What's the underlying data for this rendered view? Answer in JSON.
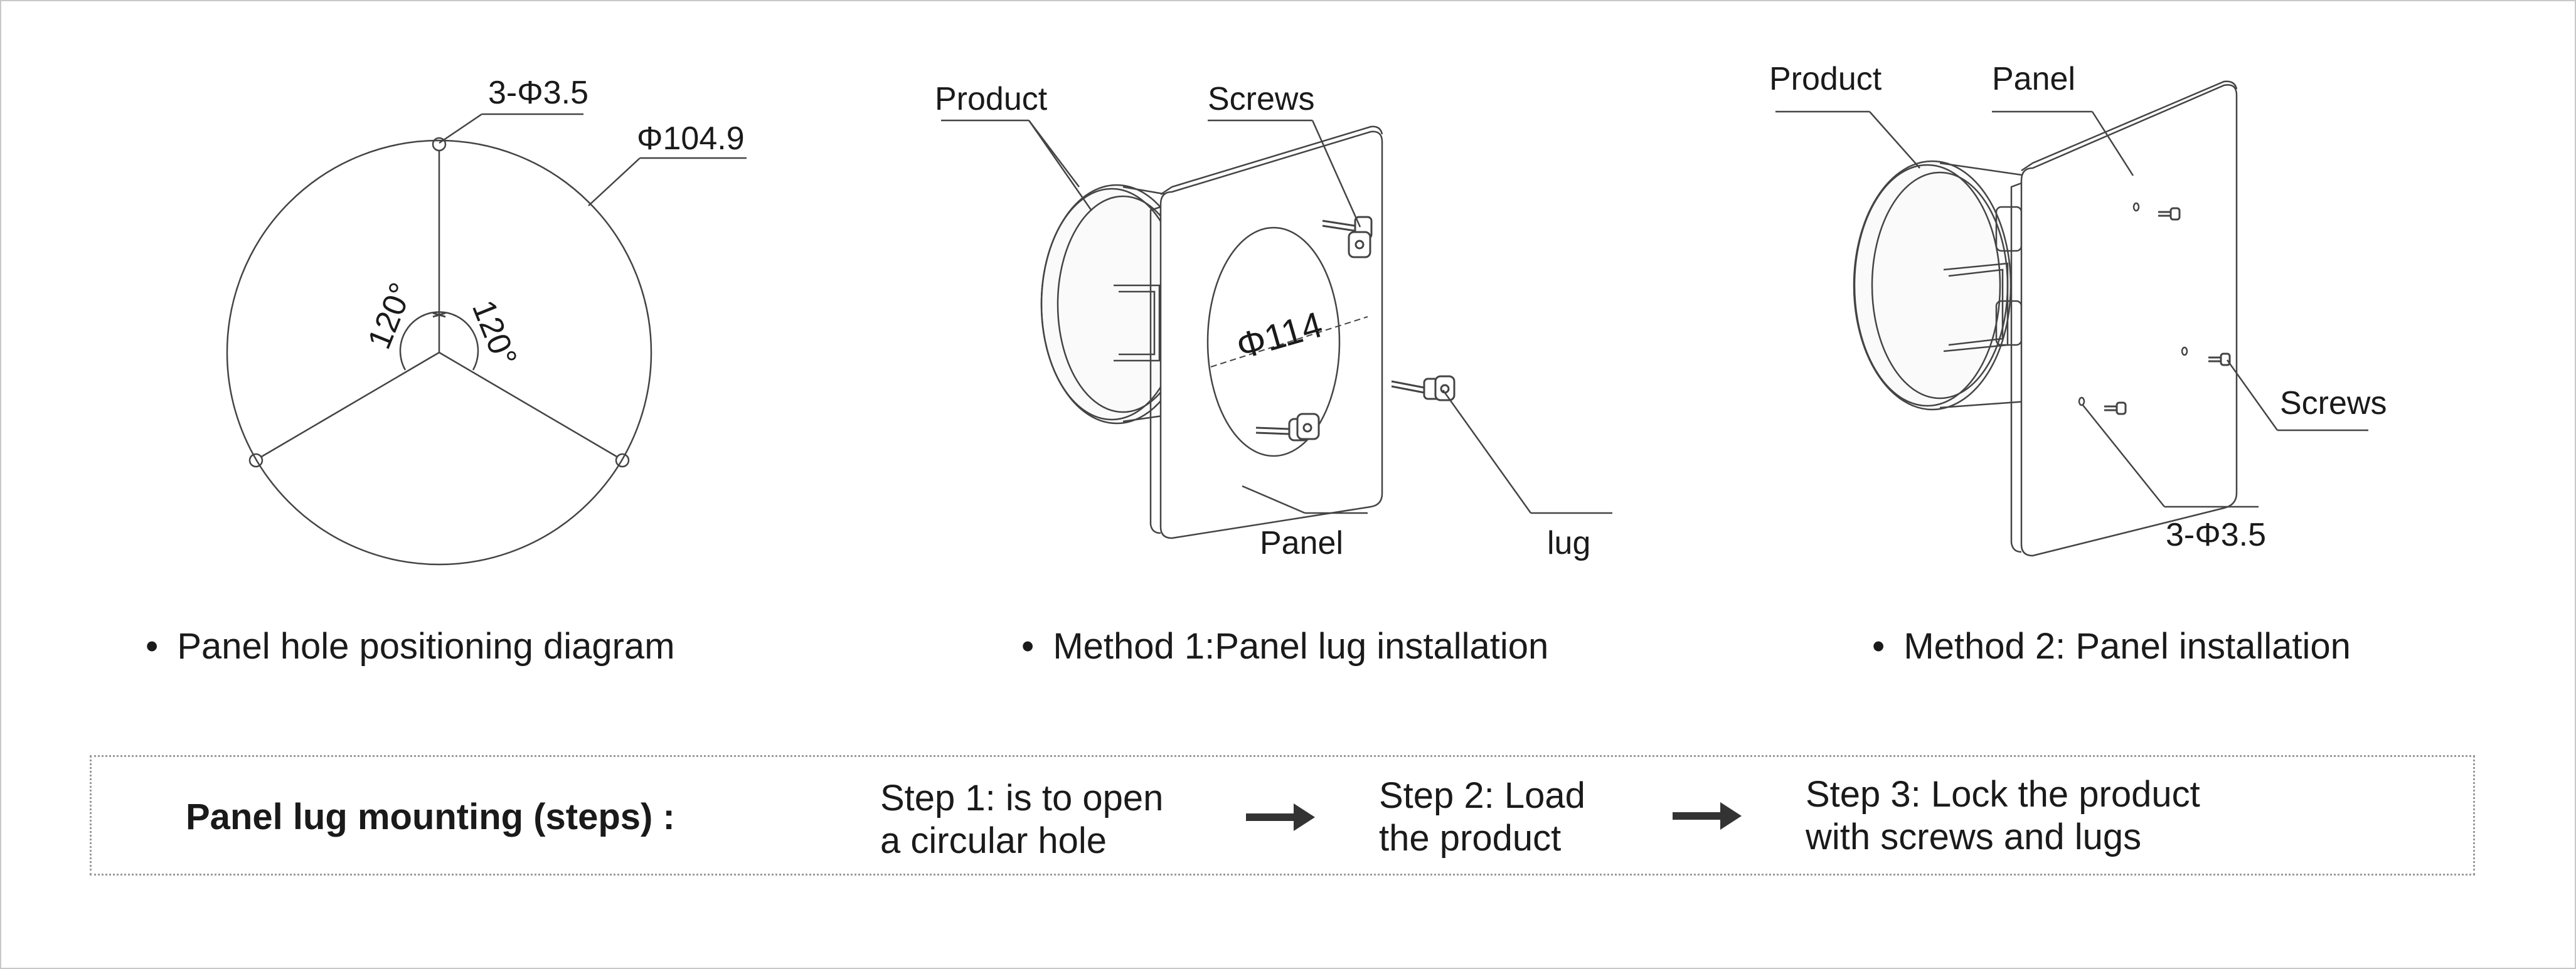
{
  "diagram1": {
    "hole_label": "3-Φ3.5",
    "diameter_label": "Φ104.9",
    "angle_left": "120°",
    "angle_right": "120°",
    "caption": "Panel hole positioning diagram"
  },
  "diagram2": {
    "product_label": "Product",
    "screws_label": "Screws",
    "diameter_label": "Φ114",
    "panel_label": "Panel",
    "lug_label": "lug",
    "caption": "Method 1:Panel lug installation"
  },
  "diagram3": {
    "product_label": "Product",
    "panel_label": "Panel",
    "screws_label": "Screws",
    "hole_label": "3-Φ3.5",
    "caption": "Method 2: Panel installation"
  },
  "bullet": "•",
  "steps": {
    "title": "Panel lug mounting (steps) :",
    "step1": [
      "Step 1: is to open",
      "a circular hole"
    ],
    "step2": [
      "Step  2: Load",
      "the product"
    ],
    "step3": [
      "Step 3: Lock the product",
      "with screws and lugs"
    ]
  }
}
